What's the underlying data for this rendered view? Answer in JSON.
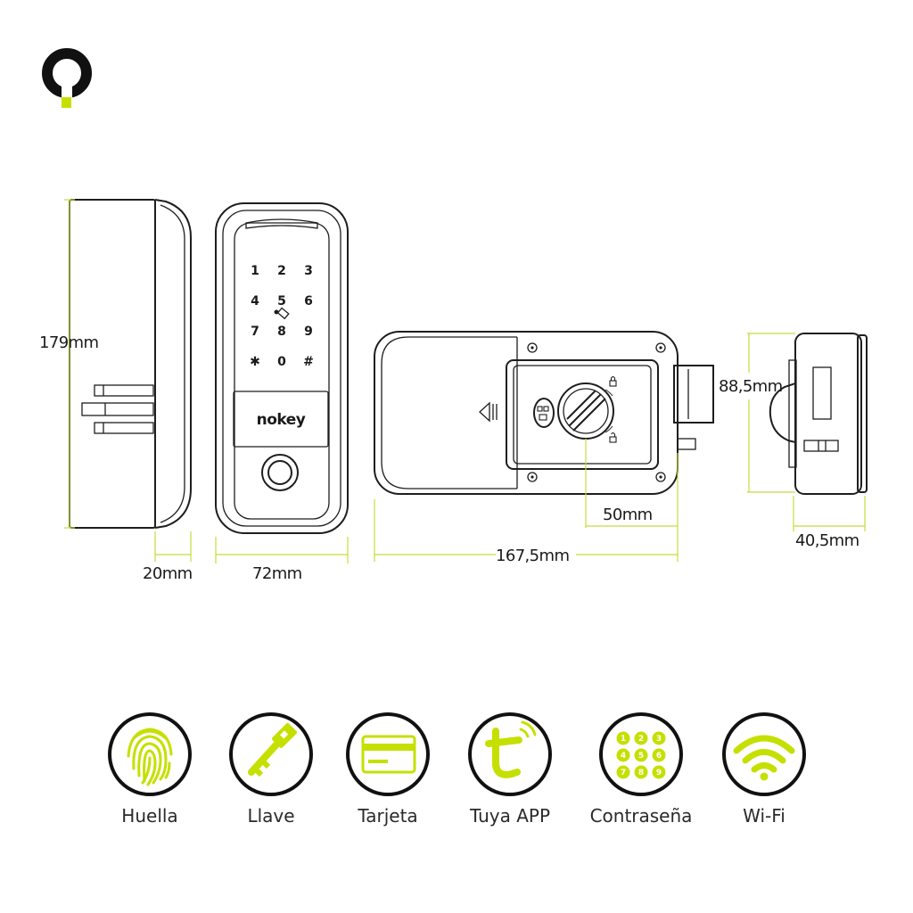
{
  "colors": {
    "accent": "#c5e000",
    "line": "#1e1e1e",
    "dimension_line": "#c6dc3a"
  },
  "logo": {
    "icon": "q-logo-icon"
  },
  "device": {
    "brand": "nokey",
    "keypad": [
      "1",
      "2",
      "3",
      "4",
      "5",
      "6",
      "7",
      "8",
      "9",
      "✱",
      "0",
      "#"
    ],
    "card_icon": "card-reader-icon",
    "fingerprint_icon": "fingerprint-sensor-icon"
  },
  "dimensions": {
    "height": "179mm",
    "depth": "20mm",
    "width": "72mm",
    "lock_length": "167,5mm",
    "backset": "50mm",
    "lock_height": "88,5mm",
    "lock_depth": "40,5mm"
  },
  "features": [
    {
      "label": "Huella",
      "icon": "fingerprint-icon"
    },
    {
      "label": "Llave",
      "icon": "key-icon"
    },
    {
      "label": "Tarjeta",
      "icon": "card-icon"
    },
    {
      "label": "Tuya APP",
      "icon": "tuya-app-icon"
    },
    {
      "label": "Contraseña",
      "icon": "keypad-icon"
    },
    {
      "label": "Wi-Fi",
      "icon": "wifi-icon"
    }
  ]
}
